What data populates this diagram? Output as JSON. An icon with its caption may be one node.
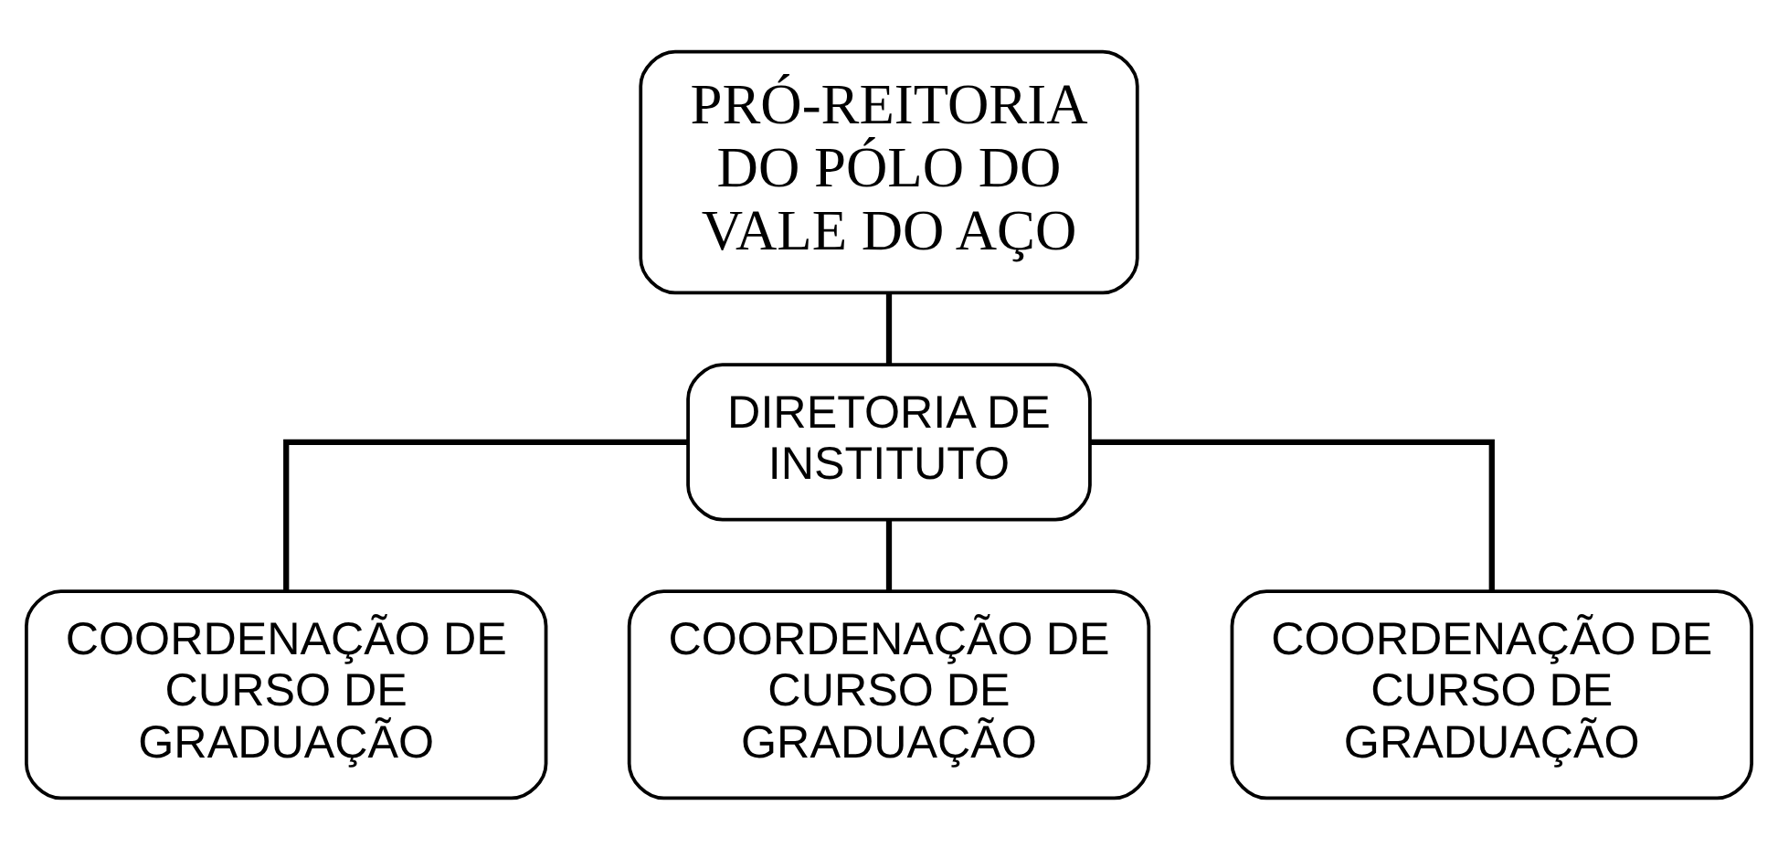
{
  "diagram": {
    "nodes": [
      {
        "text": [
          "PRÓ-REITORIA DO PÓLO DO VALE DO AÇO"
        ]
      },
      {
        "text": [
          "DIRETORIA DE INSTITUTO"
        ]
      },
      {
        "text": [
          "COORDENAÇÃO DE CURSO DE GRADUAÇÃO"
        ]
      },
      {
        "text": [
          "COORDENAÇÃO DE CURSO DE GRADUAÇÃO"
        ]
      },
      {
        "text": [
          "COORDENAÇÃO DE CURSO DE GRADUAÇÃO"
        ]
      }
    ],
    "edges": [
      {
        "from": 0,
        "to": 1,
        "arrow": "none"
      },
      {
        "from": 1,
        "to": 2,
        "arrow": "none"
      },
      {
        "from": 1,
        "to": 3,
        "arrow": "none"
      },
      {
        "from": 1,
        "to": 4,
        "arrow": "none"
      }
    ]
  }
}
